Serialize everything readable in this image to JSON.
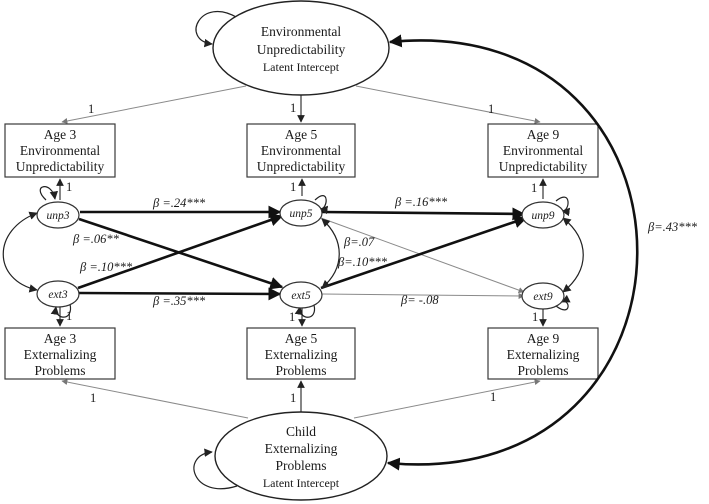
{
  "latent_top": {
    "line1": "Environmental",
    "line2": "Unpredictability",
    "line3": "Latent Intercept"
  },
  "latent_bottom": {
    "line1": "Child",
    "line2": "Externalizing",
    "line3": "Problems",
    "line4": "Latent Intercept"
  },
  "unp_boxes": [
    {
      "age": "Age 3",
      "l1": "Environmental",
      "l2": "Unpredictability"
    },
    {
      "age": "Age 5",
      "l1": "Environmental",
      "l2": "Unpredictability"
    },
    {
      "age": "Age 9",
      "l1": "Environmental",
      "l2": "Unpredictability"
    }
  ],
  "ext_boxes": [
    {
      "age": "Age 3",
      "l1": "Externalizing",
      "l2": "Problems"
    },
    {
      "age": "Age 5",
      "l1": "Externalizing",
      "l2": "Problems"
    },
    {
      "age": "Age 9",
      "l1": "Externalizing",
      "l2": "Problems"
    }
  ],
  "nodes": {
    "unp3": "unp3",
    "unp5": "unp5",
    "unp9": "unp9",
    "ext3": "ext3",
    "ext5": "ext5",
    "ext9": "ext9"
  },
  "loadings": {
    "one": "1"
  },
  "coefficients": {
    "unp3_unp5": "β =.24***",
    "unp5_unp9": "β =.16***",
    "unp3_ext5": "β =.06**",
    "ext3_unp5": "β =.10***",
    "ext3_ext5": "β =.35***",
    "unp5_ext9_a": "β=.07",
    "ext5_unp9": "β=.10***",
    "ext5_ext9": "β= -.08",
    "latent_cov": "β=.43***"
  }
}
